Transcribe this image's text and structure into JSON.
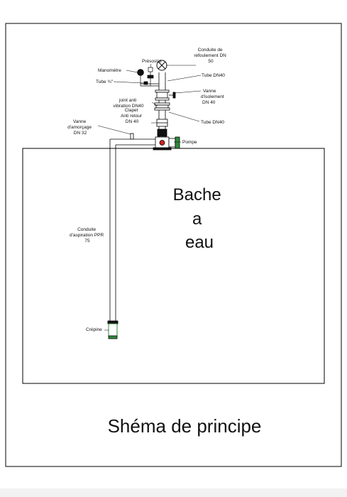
{
  "labels": {
    "conduite_refoulement": [
      "Conduite de",
      "refoulement DN",
      "50"
    ],
    "presostat": "Présostat",
    "manometre": "Manomètre",
    "tube_34": "Tube ¾\"",
    "tube_dn40_top": "Tube DN40",
    "vanne_isolement": [
      "Vanne",
      "d'isolement",
      "DN 40"
    ],
    "joint_anti_vibration": [
      "joint anti",
      "vibration DN40"
    ],
    "clapet": [
      "Clapet",
      "Anti retour",
      "DN 40"
    ],
    "tube_dn40_mid": "Tube DN40",
    "vanne_amorcage": [
      "Vanne",
      "d'amorçage",
      "DN 32"
    ],
    "pompe": "Pompe",
    "conduite_aspiration": [
      "Conduite",
      "d'aspiration PPR",
      "75"
    ],
    "crepine": "Crépine"
  },
  "tank_label": [
    "Bache",
    "a",
    "eau"
  ],
  "page_title": "Shéma de principe",
  "colors": {
    "line": "#000000",
    "pump_red": "#cc2222",
    "filter_green": "#2e8b3a",
    "gauge_fill": "#111111"
  }
}
